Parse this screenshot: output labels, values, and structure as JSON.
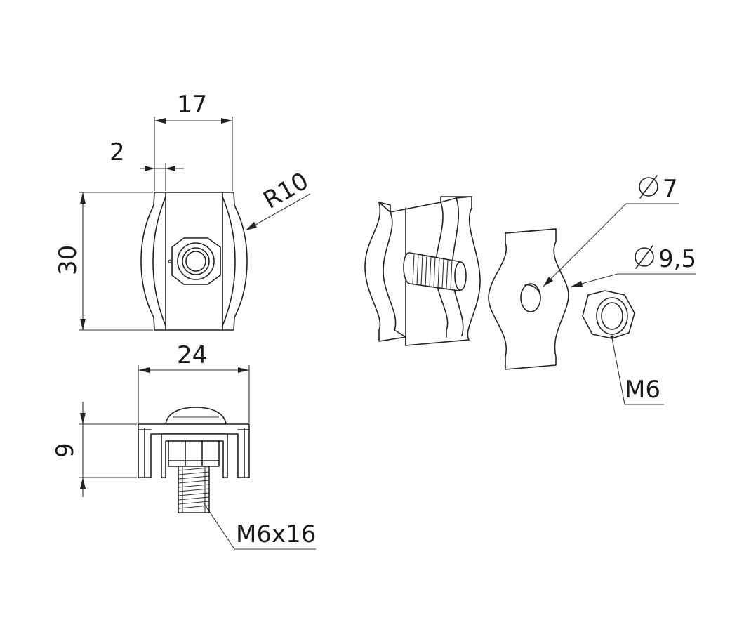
{
  "dimensions": {
    "width_17": "17",
    "thickness_2": "2",
    "height_30": "30",
    "radius": "R10",
    "width_24": "24",
    "depth_9": "9"
  },
  "callouts": {
    "hole_diameter": "7",
    "outer_diameter": "9,5",
    "nut": "M6",
    "bolt": "M6x16"
  }
}
